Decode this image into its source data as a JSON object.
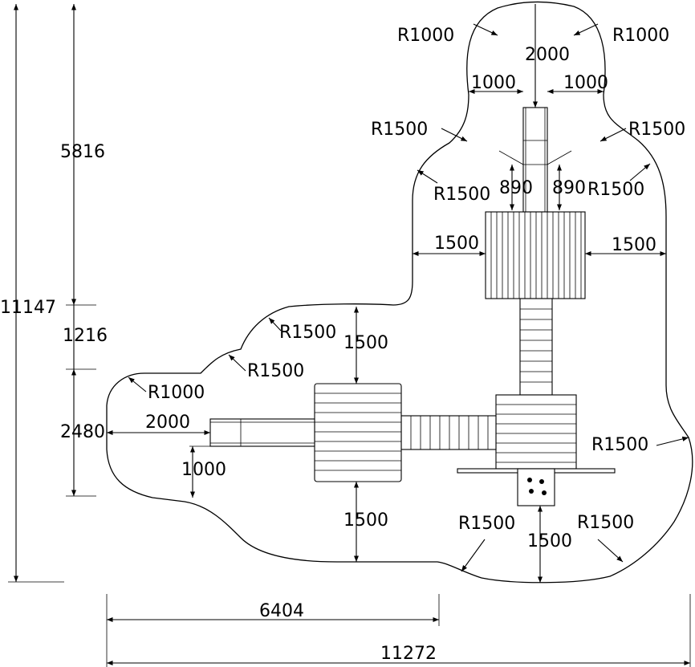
{
  "drawing": {
    "radii": {
      "top_left": "R1000",
      "top_right": "R1000",
      "upper_left_outer": "R1500",
      "upper_right_outer": "R1500",
      "upper_left_inner": "R1500",
      "upper_right_inner": "R1500",
      "mid_left_upper": "R1500",
      "mid_left_lower": "R1500",
      "far_left": "R1000",
      "right_lower": "R1500",
      "bottom_left": "R1500",
      "bottom_right": "R1500"
    },
    "dimensions": {
      "total_height": "11147",
      "upper_height": "5816",
      "middle_height": "1216",
      "lower_height": "2480",
      "top_width": "2000",
      "top_left_offset": "1000",
      "top_right_offset": "1000",
      "slide_left_gap": "890",
      "slide_right_gap": "890",
      "tower_left_clearance": "1500",
      "tower_right_clearance": "1500",
      "left_deck_top_clearance": "1500",
      "left_deck_bottom_clearance": "1500",
      "left_slide_length": "2000",
      "left_slide_offset": "1000",
      "bottom_clearance": "1500",
      "width_partial": "6404",
      "width_total": "11272"
    }
  }
}
